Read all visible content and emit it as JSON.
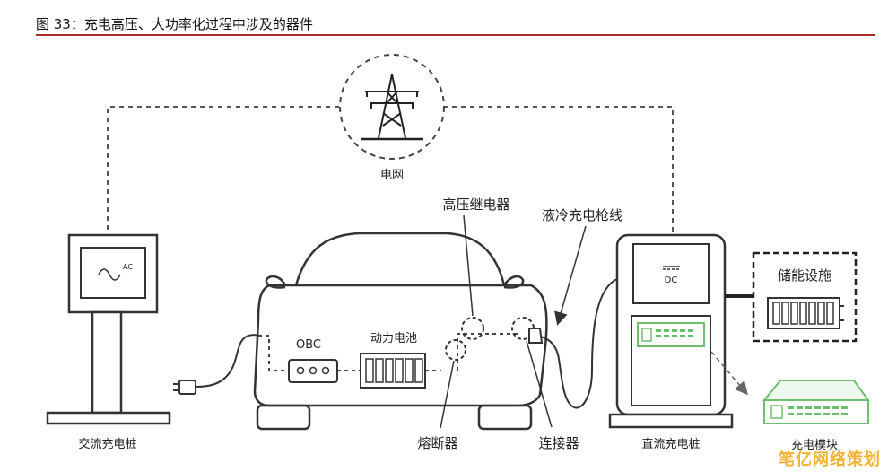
{
  "figure": {
    "title": "图 33：充电高压、大功率化过程中涉及的器件"
  },
  "labels": {
    "grid": "电网",
    "ac_pile": "交流充电桩",
    "ac_screen": "AC",
    "obc": "OBC",
    "battery": "动力电池",
    "hv_relay": "高压继电器",
    "liquid_cable": "液冷充电枪线",
    "fuse": "熔断器",
    "connector": "连接器",
    "dc_pile": "直流充电桩",
    "dc_screen": "DC",
    "storage": "储能设施",
    "module": "充电模块"
  },
  "watermark": "笔亿网络策划",
  "colors": {
    "title_rule": "#a32f2f",
    "line": "#333333",
    "module_green": "#6dbf6d",
    "watermark": "#f2b233"
  }
}
